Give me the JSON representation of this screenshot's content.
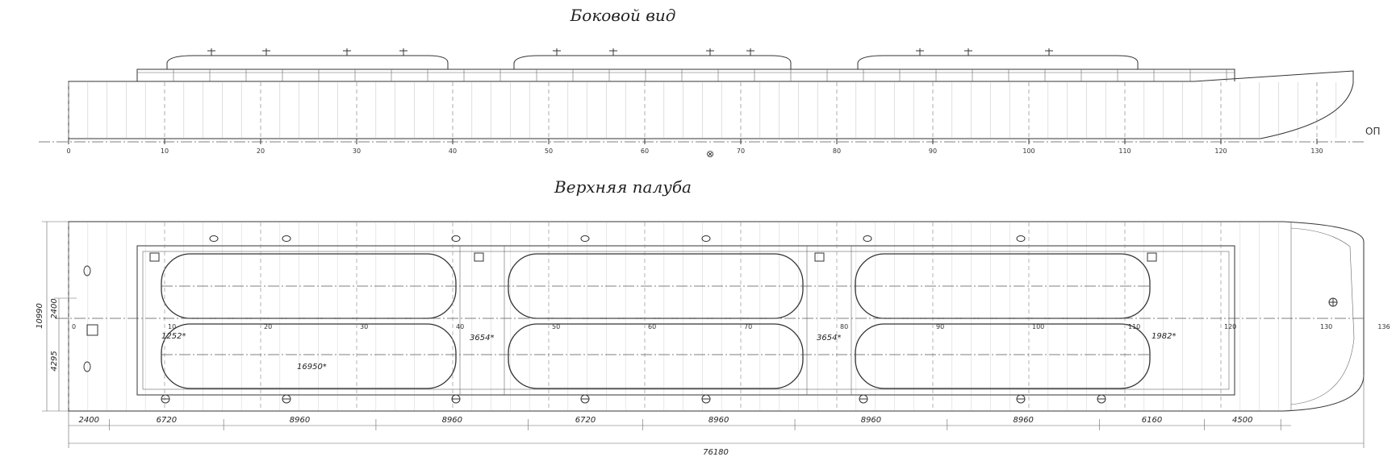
{
  "side_view": {
    "title": "Боковой вид",
    "baseline_label": "ОП",
    "frame_labels": [
      "0",
      "10",
      "20",
      "30",
      "40",
      "50",
      "60",
      "70",
      "80",
      "90",
      "100",
      "110",
      "120",
      "130"
    ],
    "midship_mark": "⊗"
  },
  "deck_view": {
    "title": "Верхняя палуба",
    "frame_labels": [
      "0",
      "10",
      "20",
      "30",
      "40",
      "50",
      "60",
      "70",
      "80",
      "90",
      "100",
      "110",
      "120",
      "130",
      "136"
    ],
    "width_dims": [
      "10990",
      "2400",
      "4295"
    ],
    "hatch_dims": [
      "1252*",
      "16950*",
      "3654*",
      "3654*",
      "1982*"
    ],
    "bottom_dims": [
      "2400",
      "6720",
      "8960",
      "8960",
      "6720",
      "8960",
      "8960",
      "8960",
      "6160",
      "4500"
    ],
    "overall_length": "76180"
  }
}
